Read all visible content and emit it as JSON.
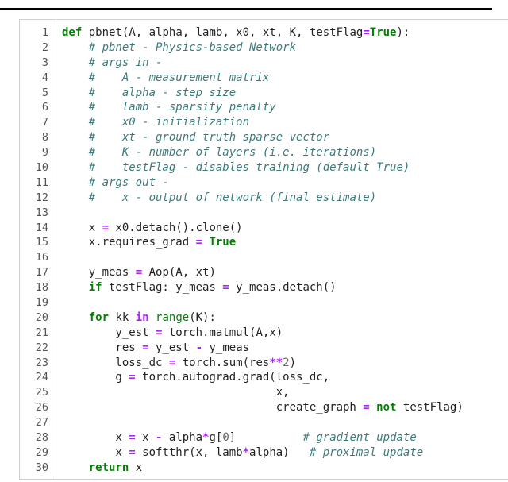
{
  "colors": {
    "keyword": "#008000",
    "comment": "#3d7b7b",
    "operator": "#aa22ff",
    "number": "#666666",
    "text": "#222222",
    "line_number": "#555555"
  },
  "code_lines": [
    {
      "n": "1",
      "tokens": [
        [
          "kw",
          "def"
        ],
        [
          "tx",
          " "
        ],
        [
          "tx",
          "pbnet"
        ],
        [
          "tx",
          "(A, alpha, lamb, x0, xt, K, testFlag"
        ],
        [
          "op",
          "="
        ],
        [
          "kw",
          "True"
        ],
        [
          "tx",
          "):"
        ]
      ]
    },
    {
      "n": "2",
      "tokens": [
        [
          "tx",
          "    "
        ],
        [
          "cm",
          "# pbnet - Physics-based Network"
        ]
      ]
    },
    {
      "n": "3",
      "tokens": [
        [
          "tx",
          "    "
        ],
        [
          "cm",
          "# args in -"
        ]
      ]
    },
    {
      "n": "4",
      "tokens": [
        [
          "tx",
          "    "
        ],
        [
          "cm",
          "#    A - measurement matrix"
        ]
      ]
    },
    {
      "n": "5",
      "tokens": [
        [
          "tx",
          "    "
        ],
        [
          "cm",
          "#    alpha - step size"
        ]
      ]
    },
    {
      "n": "6",
      "tokens": [
        [
          "tx",
          "    "
        ],
        [
          "cm",
          "#    lamb - sparsity penalty"
        ]
      ]
    },
    {
      "n": "7",
      "tokens": [
        [
          "tx",
          "    "
        ],
        [
          "cm",
          "#    x0 - initialization"
        ]
      ]
    },
    {
      "n": "8",
      "tokens": [
        [
          "tx",
          "    "
        ],
        [
          "cm",
          "#    xt - ground truth sparse vector"
        ]
      ]
    },
    {
      "n": "9",
      "tokens": [
        [
          "tx",
          "    "
        ],
        [
          "cm",
          "#    K - number of layers (i.e. iterations)"
        ]
      ]
    },
    {
      "n": "10",
      "tokens": [
        [
          "tx",
          "    "
        ],
        [
          "cm",
          "#    testFlag - disables training (default True)"
        ]
      ]
    },
    {
      "n": "11",
      "tokens": [
        [
          "tx",
          "    "
        ],
        [
          "cm",
          "# args out -"
        ]
      ]
    },
    {
      "n": "12",
      "tokens": [
        [
          "tx",
          "    "
        ],
        [
          "cm",
          "#    x - output of network (final estimate)"
        ]
      ]
    },
    {
      "n": "13",
      "tokens": [
        [
          "tx",
          ""
        ]
      ]
    },
    {
      "n": "14",
      "tokens": [
        [
          "tx",
          "    x "
        ],
        [
          "op",
          "="
        ],
        [
          "tx",
          " x0.detach().clone()"
        ]
      ]
    },
    {
      "n": "15",
      "tokens": [
        [
          "tx",
          "    x.requires_grad "
        ],
        [
          "op",
          "="
        ],
        [
          "tx",
          " "
        ],
        [
          "kw",
          "True"
        ]
      ]
    },
    {
      "n": "16",
      "tokens": [
        [
          "tx",
          ""
        ]
      ]
    },
    {
      "n": "17",
      "tokens": [
        [
          "tx",
          "    y_meas "
        ],
        [
          "op",
          "="
        ],
        [
          "tx",
          " Aop(A, xt)"
        ]
      ]
    },
    {
      "n": "18",
      "tokens": [
        [
          "tx",
          "    "
        ],
        [
          "kw",
          "if"
        ],
        [
          "tx",
          " testFlag: y_meas "
        ],
        [
          "op",
          "="
        ],
        [
          "tx",
          " y_meas.detach()"
        ]
      ]
    },
    {
      "n": "19",
      "tokens": [
        [
          "tx",
          ""
        ]
      ]
    },
    {
      "n": "20",
      "tokens": [
        [
          "tx",
          "    "
        ],
        [
          "kw",
          "for"
        ],
        [
          "tx",
          " kk "
        ],
        [
          "op",
          "in"
        ],
        [
          "tx",
          " "
        ],
        [
          "builtin",
          "range"
        ],
        [
          "tx",
          "(K):"
        ]
      ]
    },
    {
      "n": "21",
      "tokens": [
        [
          "tx",
          "        y_est "
        ],
        [
          "op",
          "="
        ],
        [
          "tx",
          " torch.matmul(A,x)"
        ]
      ]
    },
    {
      "n": "22",
      "tokens": [
        [
          "tx",
          "        res "
        ],
        [
          "op",
          "="
        ],
        [
          "tx",
          " y_est "
        ],
        [
          "op",
          "-"
        ],
        [
          "tx",
          " y_meas"
        ]
      ]
    },
    {
      "n": "23",
      "tokens": [
        [
          "tx",
          "        loss_dc "
        ],
        [
          "op",
          "="
        ],
        [
          "tx",
          " torch.sum(res"
        ],
        [
          "op",
          "**"
        ],
        [
          "num",
          "2"
        ],
        [
          "tx",
          ")"
        ]
      ]
    },
    {
      "n": "24",
      "tokens": [
        [
          "tx",
          "        g "
        ],
        [
          "op",
          "="
        ],
        [
          "tx",
          " torch.autograd.grad(loss_dc,"
        ]
      ]
    },
    {
      "n": "25",
      "tokens": [
        [
          "tx",
          "                                x,"
        ]
      ]
    },
    {
      "n": "26",
      "tokens": [
        [
          "tx",
          "                                create_graph "
        ],
        [
          "op",
          "="
        ],
        [
          "tx",
          " "
        ],
        [
          "kw",
          "not"
        ],
        [
          "tx",
          " testFlag)"
        ]
      ]
    },
    {
      "n": "27",
      "tokens": [
        [
          "tx",
          ""
        ]
      ]
    },
    {
      "n": "28",
      "tokens": [
        [
          "tx",
          "        x "
        ],
        [
          "op",
          "="
        ],
        [
          "tx",
          " x "
        ],
        [
          "op",
          "-"
        ],
        [
          "tx",
          " alpha"
        ],
        [
          "op",
          "*"
        ],
        [
          "tx",
          "g["
        ],
        [
          "num",
          "0"
        ],
        [
          "tx",
          "]          "
        ],
        [
          "cm",
          "# gradient update"
        ]
      ]
    },
    {
      "n": "29",
      "tokens": [
        [
          "tx",
          "        x "
        ],
        [
          "op",
          "="
        ],
        [
          "tx",
          " softthr(x, lamb"
        ],
        [
          "op",
          "*"
        ],
        [
          "tx",
          "alpha)   "
        ],
        [
          "cm",
          "# proximal update"
        ]
      ]
    },
    {
      "n": "30",
      "tokens": [
        [
          "tx",
          "    "
        ],
        [
          "kw",
          "return"
        ],
        [
          "tx",
          " x"
        ]
      ]
    }
  ]
}
